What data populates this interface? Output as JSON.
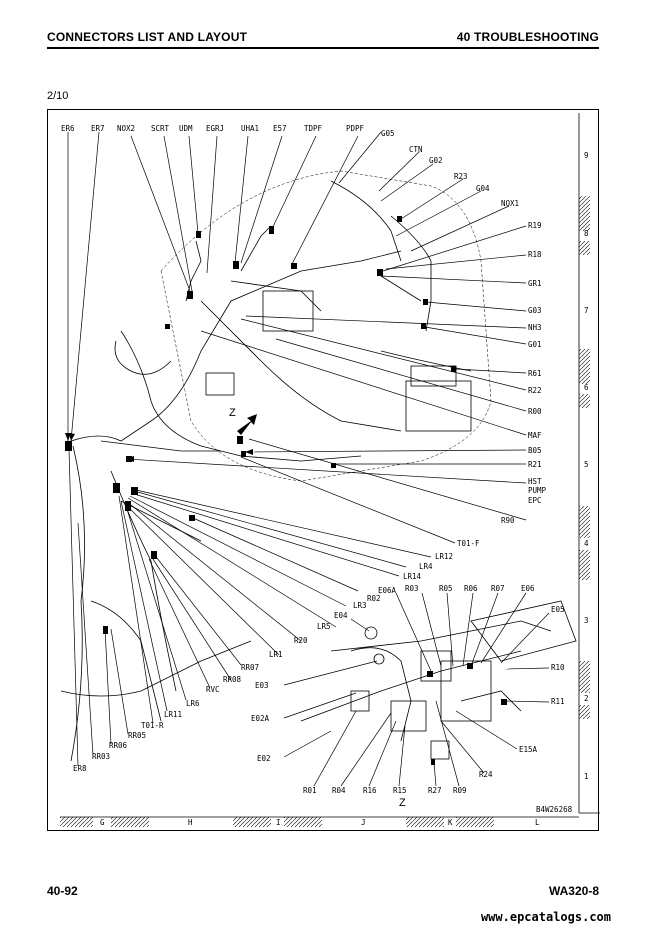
{
  "header": {
    "left": "CONNECTORS LIST AND LAYOUT",
    "right": "40 TROUBLESHOOTING"
  },
  "page_index": "2/10",
  "footer": {
    "left": "40-92",
    "right": "WA320-8"
  },
  "watermark": "www.epcatalogs.com",
  "figure_id": "B4W26268",
  "view_marks": [
    "Z",
    "Z"
  ],
  "grid_columns": [
    "G",
    "H",
    "I",
    "J",
    "K",
    "L"
  ],
  "grid_rows": [
    "9",
    "8",
    "7",
    "6",
    "5",
    "4",
    "3",
    "2",
    "1"
  ],
  "labels": {
    "ER6": "ER6",
    "ER7": "ER7",
    "NOX2": "NOX2",
    "SCRT": "SCRT",
    "UDM": "UDM",
    "EGRJ": "EGRJ",
    "UHA1": "UHA1",
    "E57": "E57",
    "TDPF": "TDPF",
    "PDPF": "PDPF",
    "G05": "G05",
    "CTN": "CTN",
    "G02": "G02",
    "R23": "R23",
    "G04": "G04",
    "NOX1": "NOX1",
    "R19": "R19",
    "R18": "R18",
    "GR1": "GR1",
    "G03": "G03",
    "NH3": "NH3",
    "G01": "G01",
    "R61": "R61",
    "R22": "R22",
    "R00": "R00",
    "MAF": "MAF",
    "B05": "B05",
    "R21": "R21",
    "HST": "HST",
    "PUMP": "PUMP",
    "EPC": "EPC",
    "R90": "R90",
    "T01F": "T01-F",
    "LR12": "LR12",
    "LR4": "LR4",
    "LR14": "LR14",
    "E06A": "E06A",
    "R03": "R03",
    "R05": "R05",
    "R06": "R06",
    "R07": "R07",
    "E06": "E06",
    "R02": "R02",
    "LR3": "LR3",
    "E05": "E05",
    "E04": "E04",
    "LR5": "LR5",
    "R20": "R20",
    "LR1": "LR1",
    "R10": "R10",
    "RR07": "RR07",
    "RR08": "RR08",
    "RVC": "RVC",
    "E03": "E03",
    "R11": "R11",
    "LR6": "LR6",
    "LR11": "LR11",
    "E02A": "E02A",
    "T01R": "T01-R",
    "RR05": "RR05",
    "E15A": "E15A",
    "RR06": "RR06",
    "E02": "E02",
    "RR03": "RR03",
    "R24": "R24",
    "ER8": "ER8",
    "R01": "R01",
    "R04": "R04",
    "R16": "R16",
    "R15": "R15",
    "R27": "R27",
    "R09": "R09"
  }
}
